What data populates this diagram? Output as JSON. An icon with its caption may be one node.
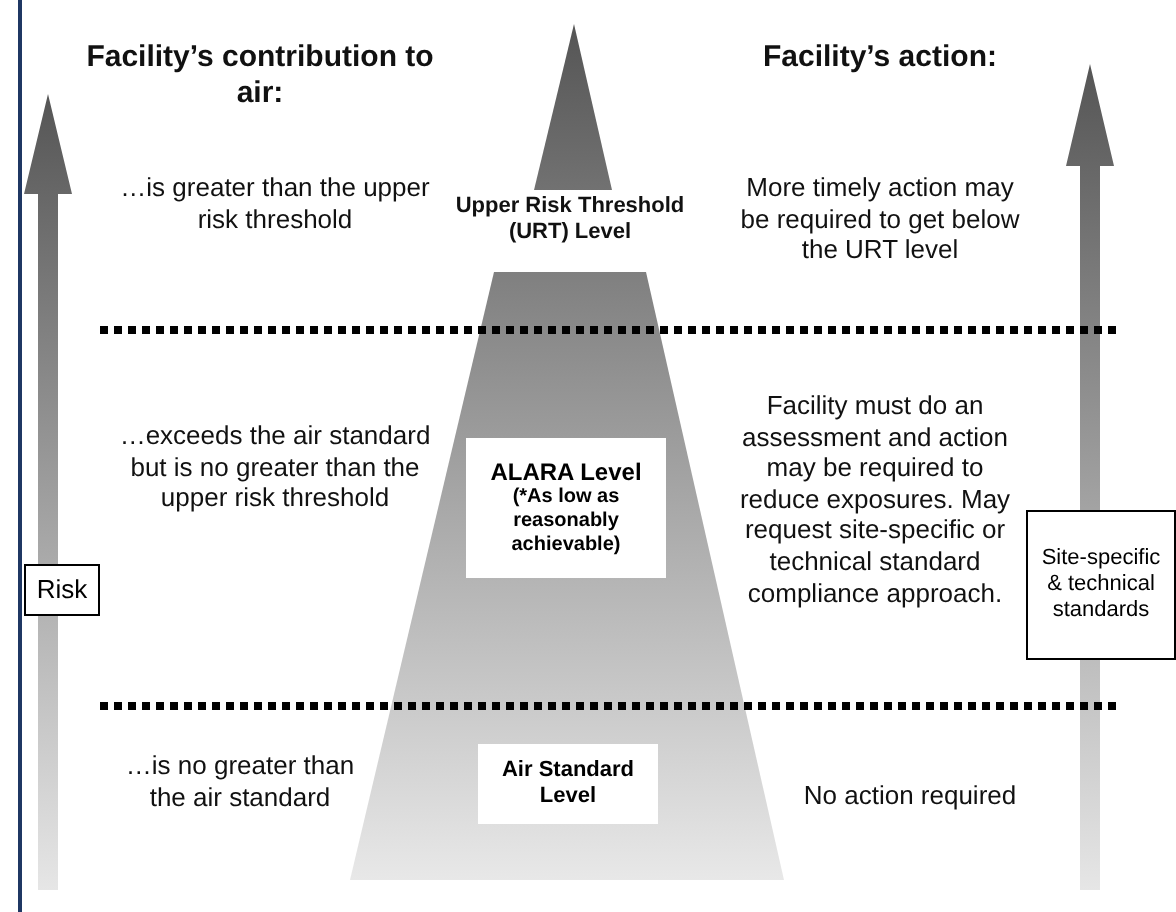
{
  "diagram": {
    "nodes": [
      {
        "text": [
          "ALARA Level",
          "(*As low as reasonably achievable)"
        ]
      },
      {
        "text": [
          "Air Standard Level"
        ]
      },
      {
        "text": [
          "Risk"
        ]
      },
      {
        "text": [
          "Site-specific & technical standards"
        ]
      }
    ],
    "edges": [],
    "labels": [
      "Facility’s contribution to air:",
      "Facility’s action:",
      "…is greater than the upper risk threshold",
      "Upper Risk Threshold (URT) Level",
      "More timely action may be required to get below the URT level",
      "…exceeds the air standard but is no greater than the upper risk threshold",
      "Facility must do an assessment and action may be required to reduce exposures. May request site-specific or technical standard compliance approach.",
      "…is no greater than the air standard",
      "No action required"
    ]
  }
}
